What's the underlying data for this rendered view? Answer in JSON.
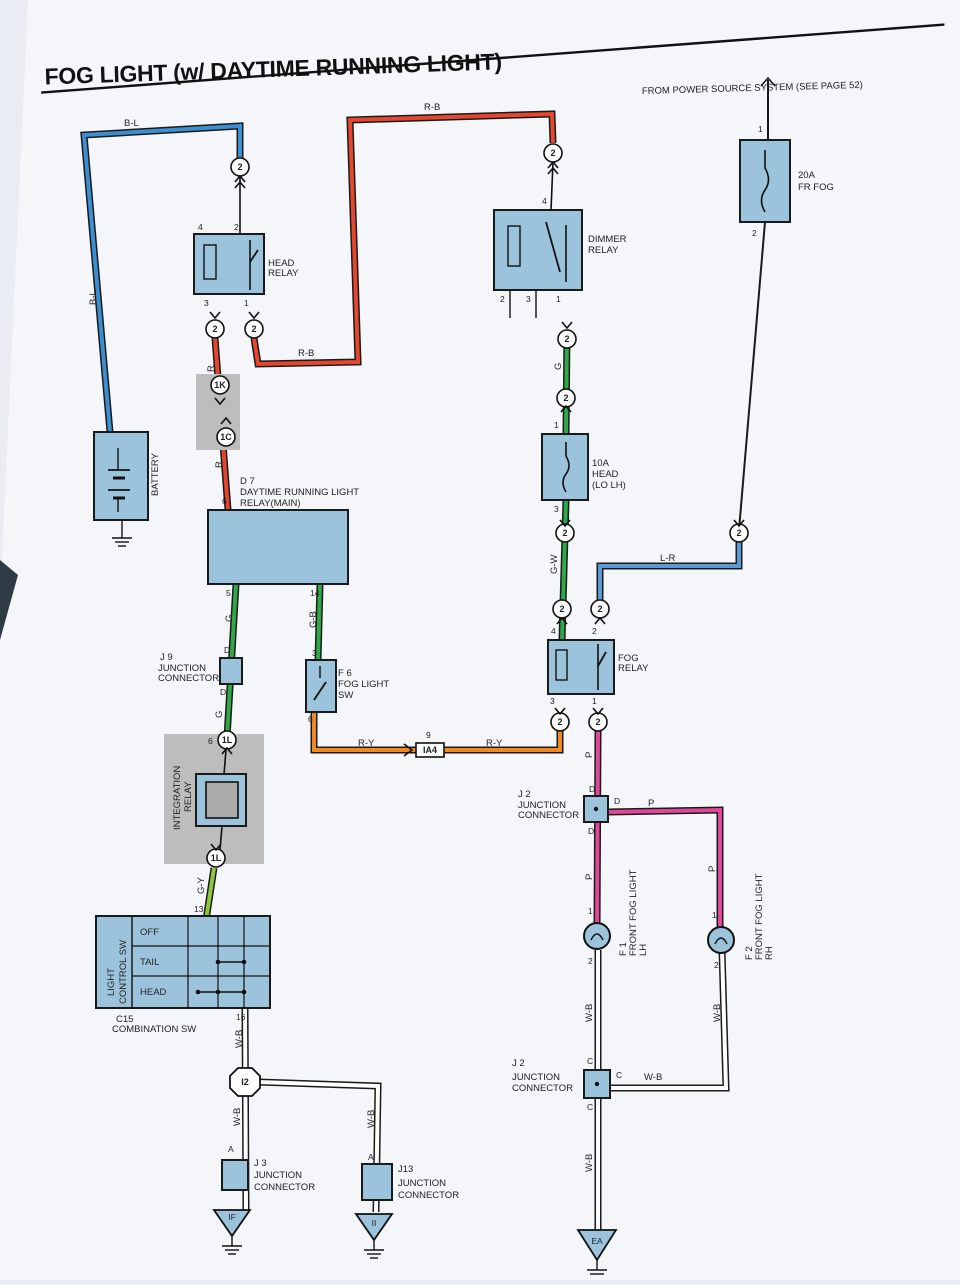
{
  "title": "FOG LIGHT (w/ DAYTIME RUNNING LIGHT)",
  "power_source": "FROM POWER SOURCE SYSTEM (SEE PAGE 52)",
  "colors": {
    "B-L": "#3b8fd0",
    "R-B": "#e4472e",
    "R": "#e4472e",
    "G": "#2fa84a",
    "G-B": "#2fa84a",
    "G-W": "#2fa84a",
    "G-Y": "#8fc73e",
    "L-R": "#5a9ad6",
    "R-Y": "#f08a1e",
    "P": "#e0479a",
    "W-B": "#ffffff",
    "component": "#9cc3dc"
  },
  "wires": {
    "bl": "B-L",
    "rb": "R-B",
    "r": "R",
    "g": "G",
    "gb": "G-B",
    "gw": "G-W",
    "gy": "G-Y",
    "lr": "L-R",
    "ry": "R-Y",
    "p": "P",
    "wb": "W-B"
  },
  "components": {
    "head_relay": {
      "label1": "HEAD",
      "label2": "RELAY"
    },
    "dimmer_relay": {
      "label1": "DIMMER",
      "label2": "RELAY"
    },
    "fuse_fr_fog": {
      "label1": "20A",
      "label2": "FR FOG"
    },
    "fuse_head": {
      "label1": "10A",
      "label2": "HEAD",
      "label3": "(LO LH)"
    },
    "battery": {
      "label": "BATTERY"
    },
    "drl_relay": {
      "code": "D 7",
      "label1": "DAYTIME RUNNING LIGHT",
      "label2": "RELAY(MAIN)"
    },
    "fog_relay": {
      "label1": "FOG",
      "label2": "RELAY"
    },
    "fog_light_sw": {
      "code": "F 6",
      "label1": "FOG LIGHT",
      "label2": "SW"
    },
    "j9": {
      "code": "J 9",
      "label1": "JUNCTION",
      "label2": "CONNECTOR"
    },
    "integration_relay": {
      "label1": "INTEGRATION",
      "label2": "RELAY"
    },
    "light_control_sw": {
      "label1": "LIGHT",
      "label2": "CONTROL SW",
      "positions": [
        "OFF",
        "TAIL",
        "HEAD"
      ]
    },
    "combination_sw": {
      "code": "C15",
      "label": "COMBINATION SW"
    },
    "j2_top": {
      "code": "J 2",
      "label1": "JUNCTION",
      "label2": "CONNECTOR"
    },
    "j2_bottom": {
      "code": "J 2",
      "label1": "JUNCTION",
      "label2": "CONNECTOR"
    },
    "front_fog_lh": {
      "code": "F 1",
      "label1": "FRONT FOG LIGHT",
      "label2": "LH"
    },
    "front_fog_rh": {
      "code": "F 2",
      "label1": "FRONT FOG LIGHT",
      "label2": "RH"
    },
    "j3": {
      "code": "J 3",
      "label1": "JUNCTION",
      "label2": "CONNECTOR"
    },
    "j13": {
      "code": "J13",
      "label1": "JUNCTION",
      "label2": "CONNECTOR"
    }
  },
  "connectors": {
    "c2": "2",
    "c1k": "1K",
    "c1c": "1C",
    "c1l": "1L",
    "ia4": "IA4",
    "i2": "I2"
  },
  "grounds": {
    "if": "IF",
    "ii": "II",
    "ea": "EA"
  },
  "pins": {
    "p1": "1",
    "p2": "2",
    "p3": "3",
    "p4": "4",
    "p5": "5",
    "p6": "6",
    "p9": "9",
    "p13": "13",
    "p14": "14",
    "p16": "16",
    "pa": "A",
    "pc": "C",
    "pd": "D"
  }
}
